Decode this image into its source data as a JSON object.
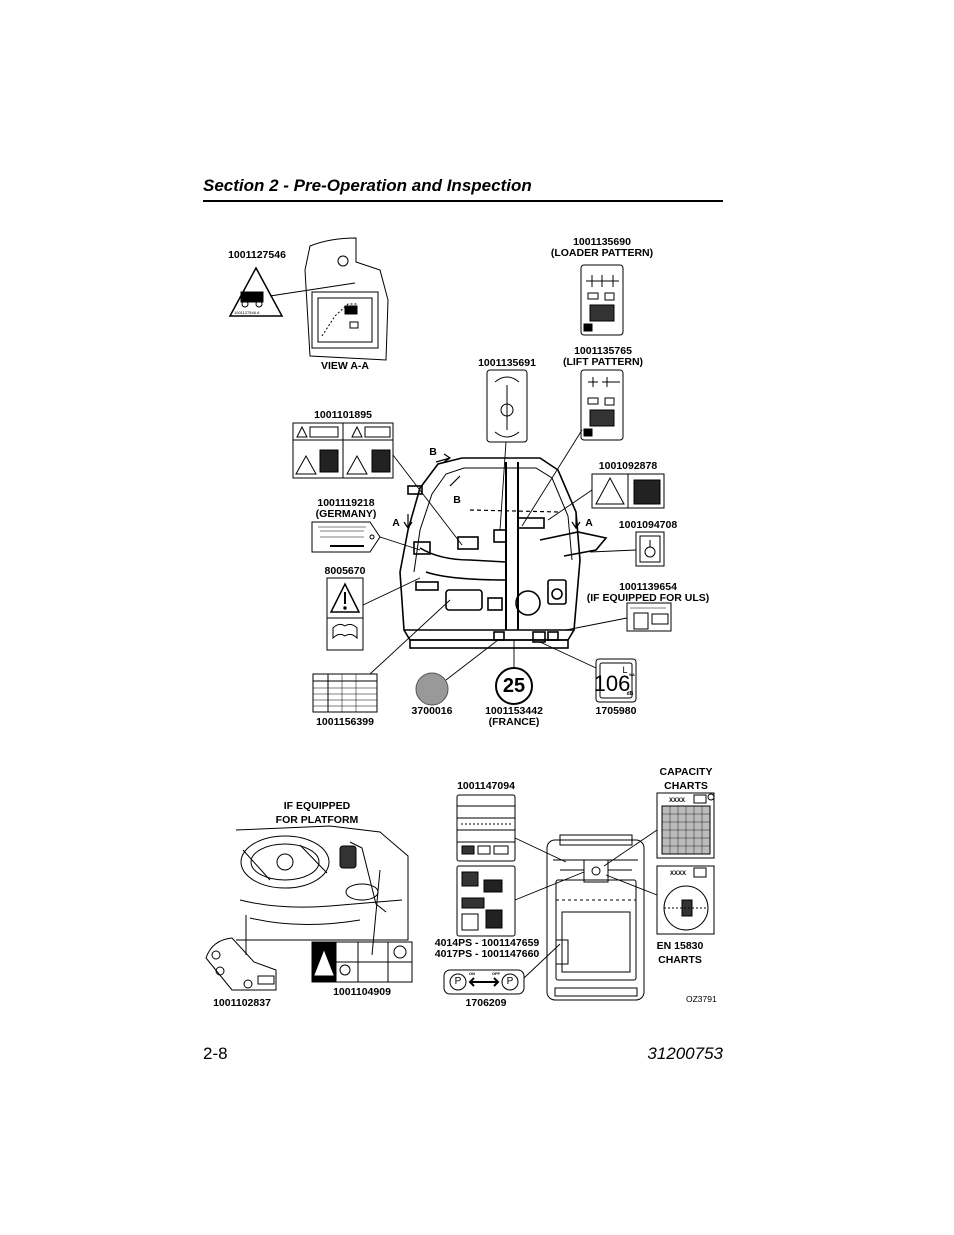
{
  "header": {
    "title": "Section 2 - Pre-Operation and Inspection"
  },
  "labels": {
    "l1001127546": "1001127546",
    "view_aa": "VIEW A-A",
    "l1001135690": "1001135690",
    "loader_pattern": "(LOADER PATTERN)",
    "l1001135691": "1001135691",
    "l1001135765": "1001135765",
    "lift_pattern": "(LIFT PATTERN)",
    "l1001101895": "1001101895",
    "l1001092878": "1001092878",
    "l1001119218": "1001119218",
    "germany": "(GERMANY)",
    "l1001094708": "1001094708",
    "l8005670": "8005670",
    "l1001139654": "1001139654",
    "uls": "(IF EQUIPPED FOR ULS)",
    "l1001156399": "1001156399",
    "l3700016": "3700016",
    "l1001153442": "1001153442",
    "france": "(FRANCE)",
    "l1705980": "1705980",
    "capacity_charts_1": "CAPACITY",
    "capacity_charts_2": "CHARTS",
    "l1001147094": "1001147094",
    "platform_1": "IF EQUIPPED",
    "platform_2": "FOR PLATFORM",
    "ps4014": "4014PS - 1001147659",
    "ps4017": "4017PS - 1001147660",
    "en15830_1": "EN 15830",
    "en15830_2": "CHARTS",
    "l1001102837": "1001102837",
    "l1001104909": "1001104909",
    "l1706209": "1706209",
    "section_a": "A",
    "section_b": "B",
    "speed_sign": "25",
    "noise_value": "106",
    "noise_unit": "dB",
    "noise_L": "L",
    "noise_wa": "WA",
    "xxxx": "XXXX",
    "park_p": "P",
    "park_on": "ON",
    "park_off": "OFF",
    "decal_small_code": "1001127546 A"
  },
  "footer": {
    "page_number": "2-8",
    "doc_number": "31200753"
  },
  "figure_ref": "OZ3791"
}
